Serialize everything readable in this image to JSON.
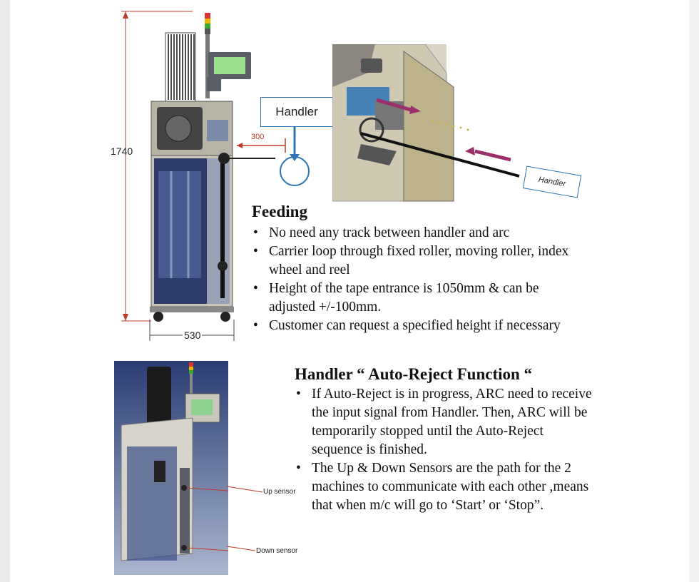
{
  "diagram": {
    "height_dim": "1740",
    "width_dim": "530",
    "distance_dim": "300",
    "handler_label": "Handler",
    "handler_tag_label": "Handler",
    "up_sensor_label": "Up sensor",
    "down_sensor_label": "Down sensor"
  },
  "feeding": {
    "title": "Feeding",
    "bullets": [
      "No need any  track between handler and arc",
      "Carrier loop through fixed roller, moving roller, index wheel and reel",
      "Height of the tape entrance is 1050mm & can be adjusted +/-100mm.",
      "Customer can request a specified height if necessary"
    ]
  },
  "auto_reject": {
    "title": "Handler “ Auto-Reject Function “",
    "bullets": [
      "If Auto-Reject is in progress, ARC need to receive the input signal from Handler. Then, ARC will be temporarily stopped until the Auto-Reject sequence is finished.",
      "The Up & Down Sensors are the path for the 2 machines to communicate with each other ,means that when m/c will go to ‘Start’ or ‘Stop”."
    ]
  },
  "colors": {
    "dimension_line": "#c0392b",
    "handler_border": "#2e74b5",
    "machine_frame": "#6b6f7a",
    "machine_panel": "#2f3b6b"
  }
}
